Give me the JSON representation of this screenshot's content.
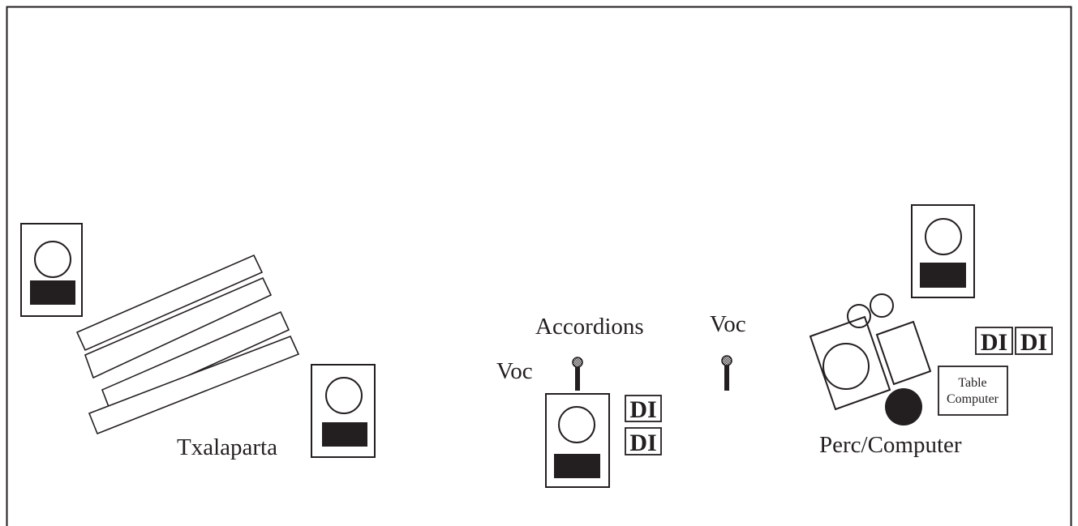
{
  "colors": {
    "ink": "#231f20",
    "background": "#ffffff"
  },
  "icons": {
    "monitor": "monitor-wedge-icon",
    "microphone": "microphone-icon",
    "di": "di-box-icon"
  },
  "labels": {
    "txalaparta": "Txalaparta",
    "accordions": "Accordions",
    "voc_left": "Voc",
    "voc_right": "Voc",
    "perc_computer": "Perc/Computer"
  },
  "accordion_di": [
    "DI",
    "DI"
  ],
  "perc_di": [
    "DI",
    "DI"
  ],
  "table_computer": [
    "Table",
    "Computer"
  ]
}
